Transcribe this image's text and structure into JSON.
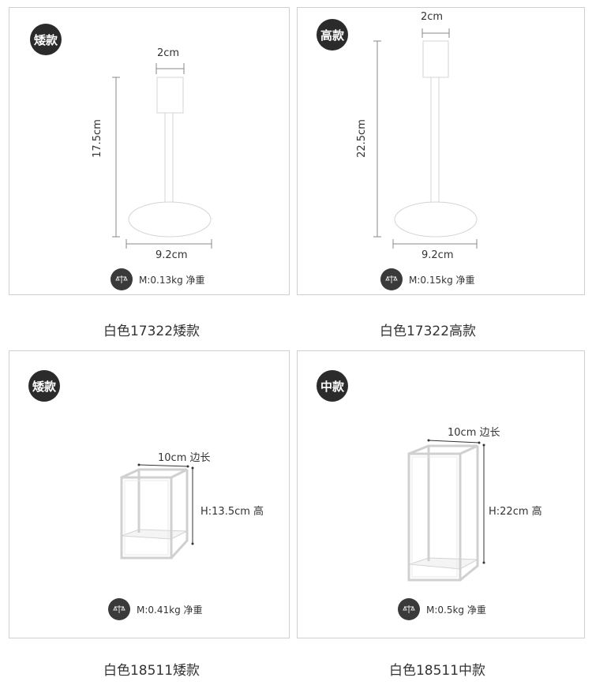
{
  "panels": [
    {
      "badge": "矮款",
      "width_label": "2cm",
      "height_label": "17.5cm",
      "base_label": "9.2cm",
      "weight": "M:0.13kg 净重",
      "caption": "白色17322矮款"
    },
    {
      "badge": "高款",
      "width_label": "2cm",
      "height_label": "22.5cm",
      "base_label": "9.2cm",
      "weight": "M:0.15kg 净重",
      "caption": "白色17322高款"
    },
    {
      "badge": "矮款",
      "side_label": "10cm 边长",
      "height_label": "H:13.5cm  高",
      "weight": "M:0.41kg 净重",
      "caption": "白色18511矮款"
    },
    {
      "badge": "中款",
      "side_label": "10cm 边长",
      "height_label": "H:22cm  高",
      "weight": "M:0.5kg 净重",
      "caption": "白色18511中款"
    }
  ],
  "icons": {
    "badge_color": "#2b2b2b",
    "weight_icon": "scale-icon"
  }
}
